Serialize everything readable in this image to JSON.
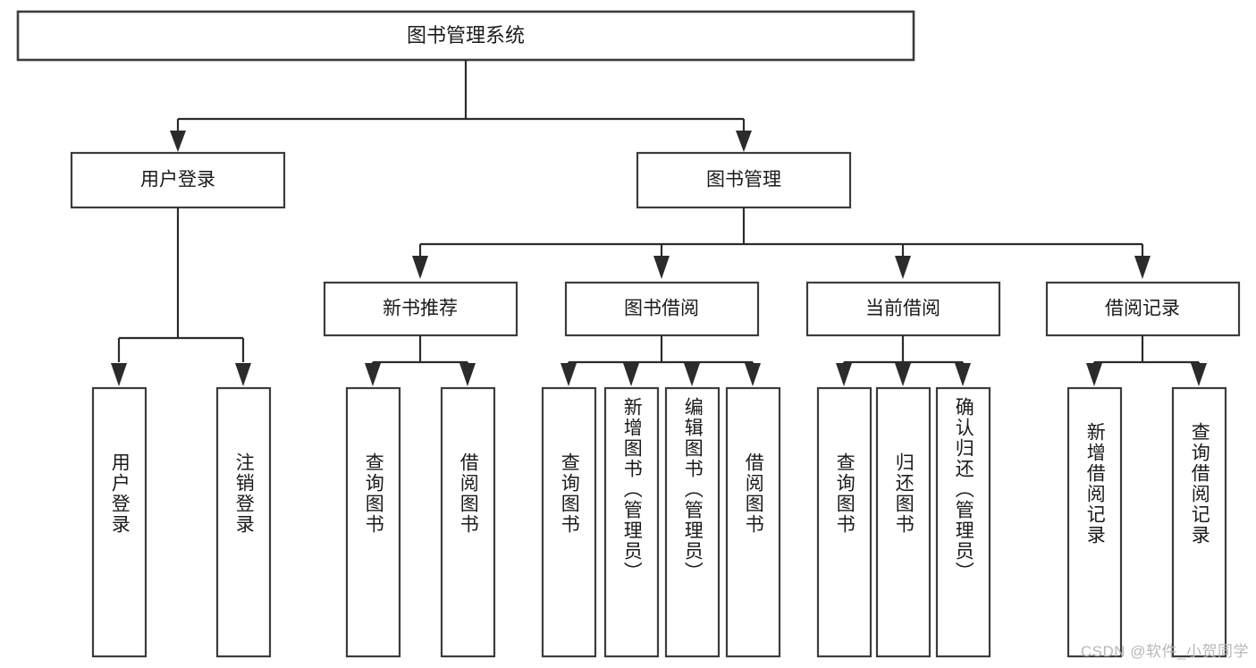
{
  "diagram": {
    "title": "图书管理系统",
    "watermark": "CSDN @软件_小贺同学",
    "root": {
      "label": "图书管理系统"
    },
    "level2": [
      {
        "label": "用户登录"
      },
      {
        "label": "图书管理"
      }
    ],
    "level3": [
      {
        "label": "新书推荐"
      },
      {
        "label": "图书借阅"
      },
      {
        "label": "当前借阅"
      },
      {
        "label": "借阅记录"
      }
    ],
    "leaves": {
      "user_login": [
        {
          "label": "用户登录"
        },
        {
          "label": "注销登录"
        }
      ],
      "new_book_recommend": [
        {
          "label": "查询图书"
        },
        {
          "label": "借阅图书"
        }
      ],
      "book_borrow": [
        {
          "label": "查询图书"
        },
        {
          "label": "新增图书（管理员）"
        },
        {
          "label": "编辑图书（管理员）"
        },
        {
          "label": "借阅图书"
        }
      ],
      "current_borrow": [
        {
          "label": "查询图书"
        },
        {
          "label": "归还图书"
        },
        {
          "label": "确认归还（管理员）"
        }
      ],
      "borrow_record": [
        {
          "label": "新增借阅记录"
        },
        {
          "label": "查询借阅记录"
        }
      ]
    },
    "colors": {
      "box_stroke": "#3c3c3c",
      "connector": "#2b2b2b",
      "box_fill": "#ffffff",
      "text": "#1a1a1a",
      "watermark": "#b8b8b8"
    }
  }
}
